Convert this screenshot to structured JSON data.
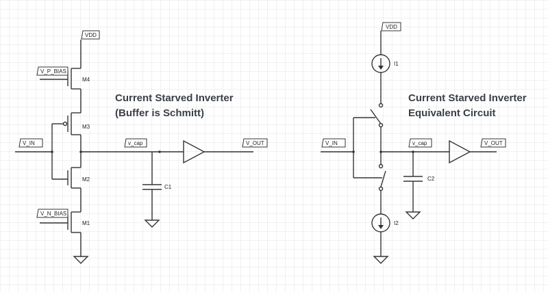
{
  "left": {
    "title_line1": "Current Starved Inverter",
    "title_line2": "(Buffer is Schmitt)",
    "labels": {
      "vdd": "VDD",
      "vpbias": "V_P_BIAS",
      "vnbias": "V_N_BIAS",
      "vin": "V_IN",
      "vcap": "v_cap",
      "vout": "V_OUT"
    },
    "devices": {
      "m4": "M4",
      "m3": "M3",
      "m2": "M2",
      "m1": "M1",
      "c1": "C1"
    }
  },
  "right": {
    "title_line1": "Current Starved Inverter",
    "title_line2": "Equivalent Circuit",
    "labels": {
      "vdd": "VDD",
      "vin": "V_IN",
      "vcap": "v_cap",
      "vout": "V_OUT"
    },
    "devices": {
      "i1": "I1",
      "i2": "I2",
      "c2": "C2"
    }
  },
  "colors": {
    "wire": "#333333",
    "grid": "#e3e3e3",
    "title": "#3a3f47"
  }
}
